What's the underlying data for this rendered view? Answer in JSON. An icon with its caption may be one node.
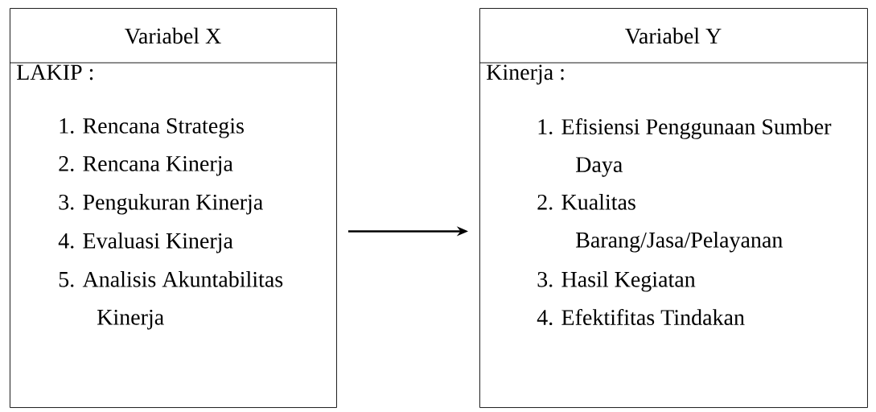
{
  "diagram": {
    "nodes": [
      {
        "text": [
          "Variabel X",
          "LAKIP :",
          "1. Rencana Strategis",
          "2. Rencana Kinerja",
          "3. Pengukuran Kinerja",
          "4. Evaluasi Kinerja",
          "5. Analisis Akuntabilitas Kinerja"
        ]
      },
      {
        "text": [
          "Variabel Y",
          "Kinerja :",
          "1. Efisiensi Penggunaan Sumber Daya",
          "2. Kualitas Barang/Jasa/Pelayanan",
          "3. Hasil Kegiatan",
          "4. Efektifitas Tindakan"
        ]
      }
    ],
    "edges": [
      {
        "from": 0,
        "to": 1,
        "arrow": "to"
      }
    ]
  }
}
